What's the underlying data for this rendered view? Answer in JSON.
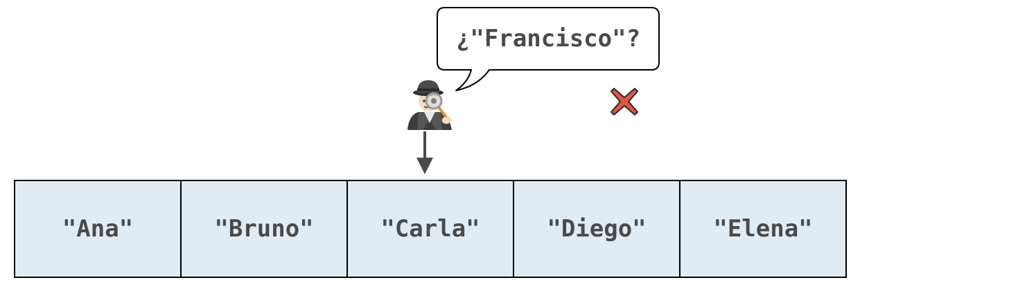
{
  "bubble": {
    "text": "¿\"Francisco\"?"
  },
  "detective": {
    "icon": "detective-icon"
  },
  "result": {
    "icon": "cross-mark-icon",
    "color": "#e2563e"
  },
  "pointer": {
    "icon": "arrow-down-icon",
    "target_index": 2
  },
  "array": {
    "fill": "#e1ebf4",
    "items": [
      "\"Ana\"",
      "\"Bruno\"",
      "\"Carla\"",
      "\"Diego\"",
      "\"Elena\""
    ]
  }
}
